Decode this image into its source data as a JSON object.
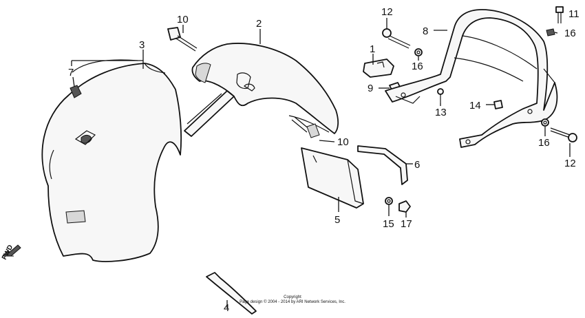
{
  "diagram": {
    "callouts": [
      "1",
      "2",
      "3",
      "4",
      "5",
      "6",
      "7",
      "8",
      "9",
      "10",
      "10",
      "11",
      "12",
      "12",
      "13",
      "14",
      "15",
      "16",
      "16",
      "16",
      "17"
    ],
    "direction_label": "FWD",
    "copyright": {
      "line1": "Copyright",
      "line2": "Page design © 2004 - 2014 by ARI Network Services, Inc."
    }
  }
}
